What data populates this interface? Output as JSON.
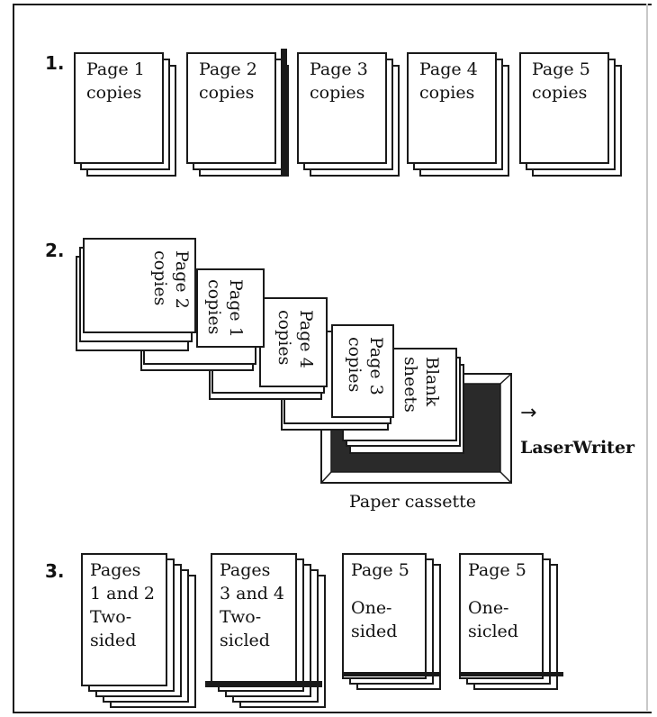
{
  "step1": {
    "number": "1.",
    "pages": [
      {
        "line1": "Page 1",
        "line2": "copies"
      },
      {
        "line1": "Page 2",
        "line2": "copies"
      },
      {
        "line1": "Page 3",
        "line2": "copies"
      },
      {
        "line1": "Page 4",
        "line2": "copies"
      },
      {
        "line1": "Page 5",
        "line2": "copies"
      }
    ]
  },
  "step2": {
    "number": "2.",
    "stacks": [
      {
        "line1": "Page 2",
        "line2": "copies"
      },
      {
        "line1": "Page 1",
        "line2": "copies"
      },
      {
        "line1": "Page 4",
        "line2": "copies"
      },
      {
        "line1": "Page 3",
        "line2": "copies"
      },
      {
        "line1": "Blank",
        "line2": "sheets"
      }
    ],
    "cassette_label": "Paper cassette",
    "arrow": "→",
    "printer_label": "LaserWriter"
  },
  "step3": {
    "number": "3.",
    "outputs": [
      {
        "line1": "Pages",
        "line2": "1 and 2",
        "line3": "Two-",
        "line4": "sided"
      },
      {
        "line1": "Pages",
        "line2": "3 and 4",
        "line3": "Two-",
        "line4": "sicled"
      },
      {
        "line1": "Page 5",
        "line2": "",
        "line3": "One-",
        "line4": "sided"
      },
      {
        "line1": "Page 5",
        "line2": "",
        "line3": "One-",
        "line4": "sicled"
      }
    ]
  }
}
